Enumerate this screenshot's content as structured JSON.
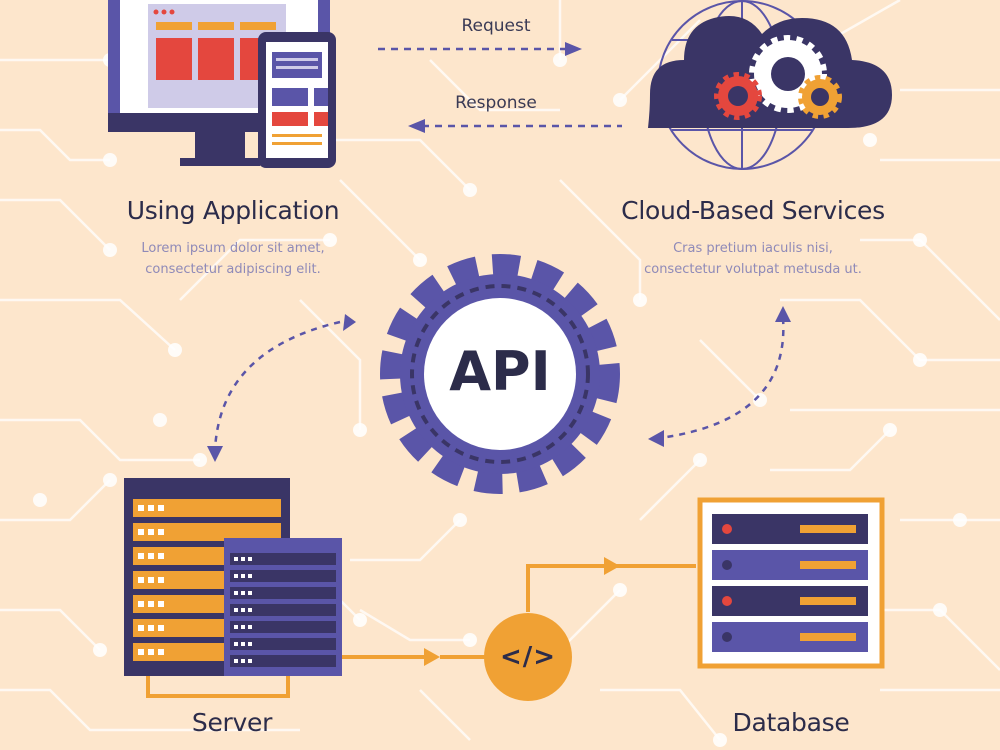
{
  "arrows": {
    "request_label": "Request",
    "response_label": "Response"
  },
  "application": {
    "title": "Using Application",
    "desc_line1": "Lorem ipsum dolor sit amet,",
    "desc_line2": "consectetur adipiscing elit."
  },
  "cloud": {
    "title": "Cloud-Based Services",
    "desc_line1": "Cras pretium iaculis nisi,",
    "desc_line2": "consectetur volutpat metusda ut."
  },
  "api": {
    "label": "API"
  },
  "server": {
    "title": "Server"
  },
  "code": {
    "label": "</>"
  },
  "database": {
    "title": "Database"
  },
  "colors": {
    "background": "#fde6cc",
    "circuit": "#ffffff",
    "purple": "#5a55a8",
    "dark_navy": "#3a3566",
    "orange": "#f0a134",
    "red": "#e4473e"
  },
  "icons": [
    "monitor-icon",
    "smartphone-icon",
    "cloud-icon",
    "globe-icon",
    "gear-icon",
    "server-icon",
    "code-icon",
    "database-icon"
  ]
}
